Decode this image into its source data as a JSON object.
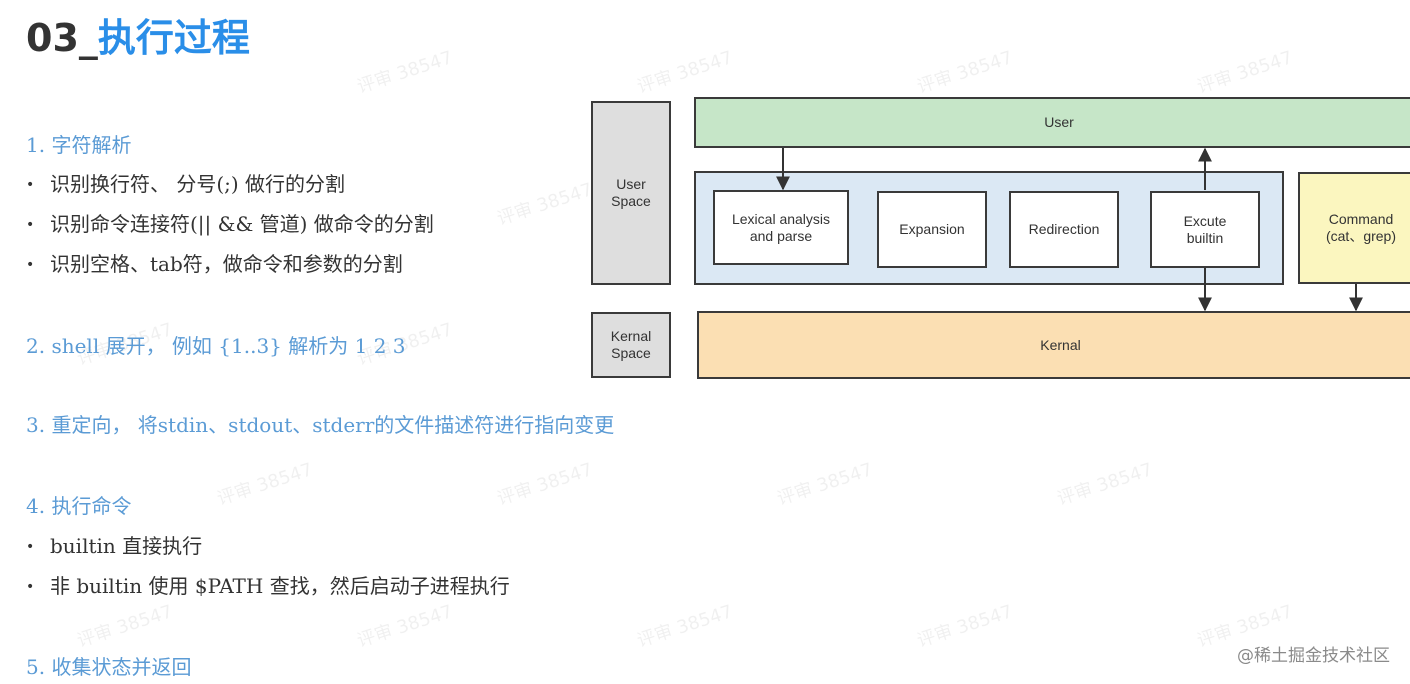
{
  "title": {
    "number": "03_",
    "text": "执行过程"
  },
  "steps": {
    "s1": {
      "heading": "1. 字符解析",
      "bullets": [
        "识别换行符、 分号(;) 做行的分割",
        "识别命令连接符(|| && 管道) 做命令的分割",
        "识别空格、tab符，做命令和参数的分割"
      ]
    },
    "s2": {
      "heading": "2. shell 展开， 例如 {1..3} 解析为  1 2 3"
    },
    "s3": {
      "heading": "3. 重定向， 将stdin、stdout、stderr的文件描述符进行指向变更"
    },
    "s4": {
      "heading": "4. 执行命令",
      "bullets": [
        "builtin 直接执行",
        "非 builtin 使用 $PATH 查找，然后启动子进程执行"
      ]
    },
    "s5": {
      "heading": "5. 收集状态并返回"
    }
  },
  "bullet_glyph": "•",
  "diagram": {
    "user_space": "User\nSpace",
    "kernal_space": "Kernal\nSpace",
    "user": "User",
    "lexical": "Lexical analysis\nand parse",
    "expansion": "Expansion",
    "redirection": "Redirection",
    "excute": "Excute\nbuiltin",
    "command": "Command\n(cat、grep)",
    "kernal": "Kernal"
  },
  "watermark_text": "评审 38547",
  "source_label": "@稀土掘金技术社区"
}
